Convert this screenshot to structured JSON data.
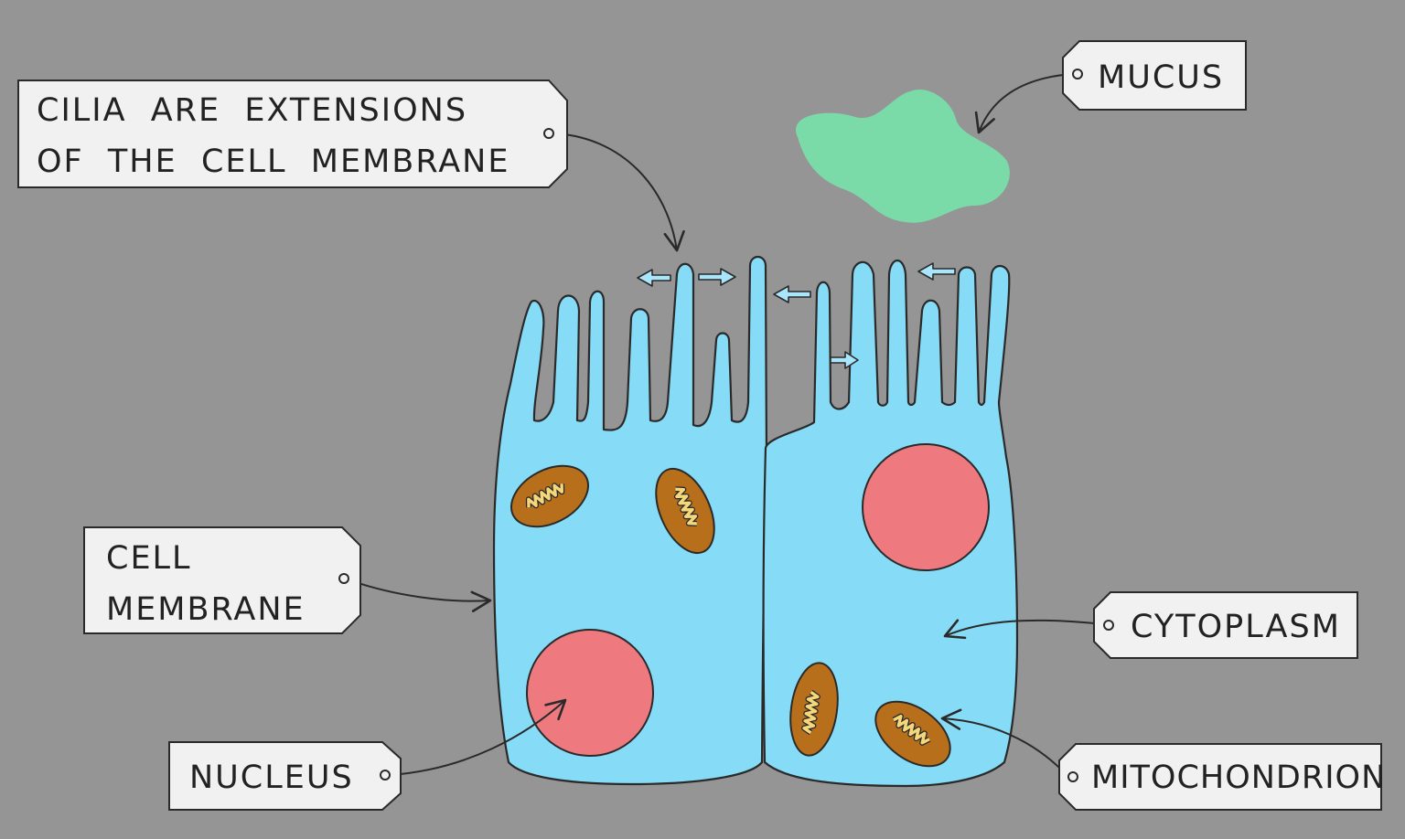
{
  "labels": {
    "cilia": [
      "CILIA  ARE  EXTENSIONS",
      "OF  THE  CELL  MEMBRANE"
    ],
    "mucus": "MUCUS",
    "cell_membrane": [
      "CELL",
      "MEMBRANE"
    ],
    "nucleus": "NUCLEUS",
    "cytoplasm": "CYTOPLASM",
    "mitochondrion": "MITOCHONDRION"
  },
  "colors": {
    "background": "#959595",
    "cytoplasm": "#86dbf6",
    "nucleus": "#ee7a80",
    "mitochondrion": "#b86f1c",
    "cristae": "#f3d77a",
    "mucus": "#7bdba8",
    "label_box": "#f1f1f1",
    "outline": "#2a2a2a"
  }
}
